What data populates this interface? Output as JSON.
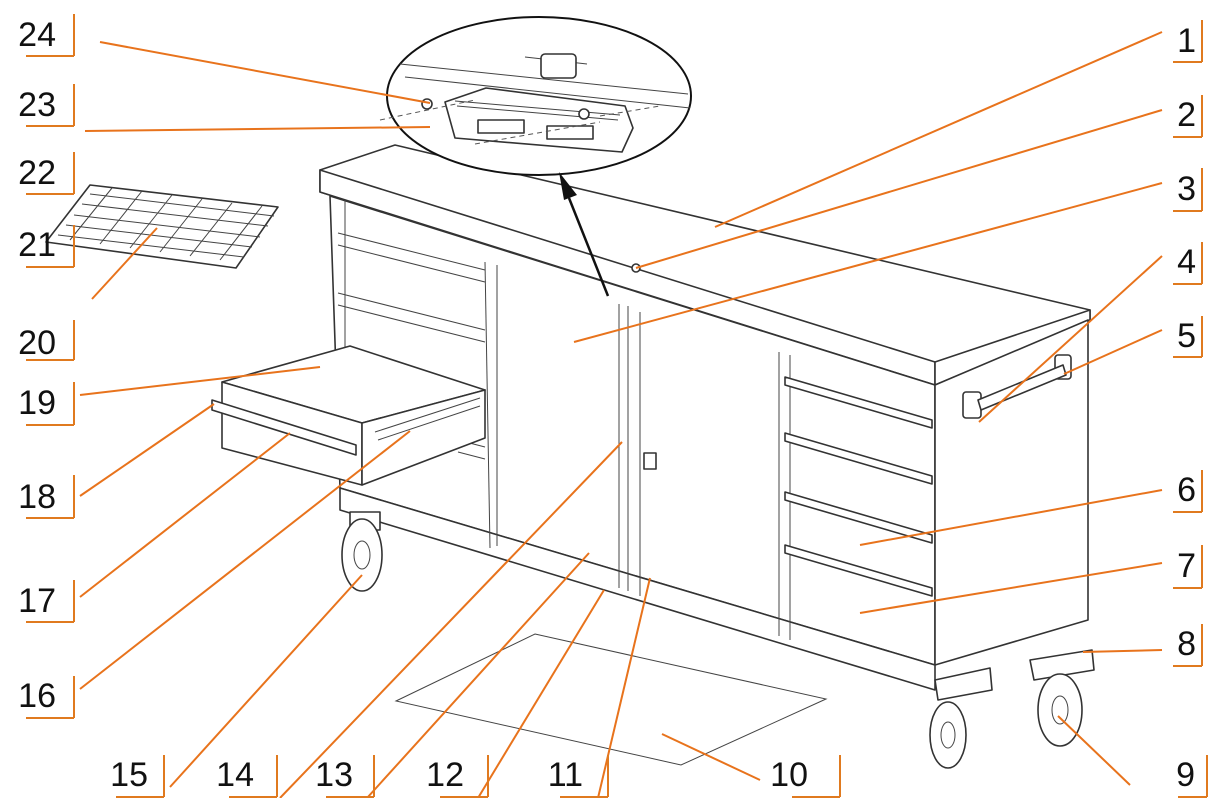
{
  "diagram": {
    "labels": [
      "1",
      "2",
      "3",
      "4",
      "5",
      "6",
      "7",
      "8",
      "9",
      "10",
      "11",
      "12",
      "13",
      "14",
      "15",
      "16",
      "17",
      "18",
      "19",
      "20",
      "21",
      "22",
      "23",
      "24"
    ],
    "colors": {
      "leader": "#e8731c",
      "separator": "#e07a1f",
      "outline": "#333333"
    }
  }
}
